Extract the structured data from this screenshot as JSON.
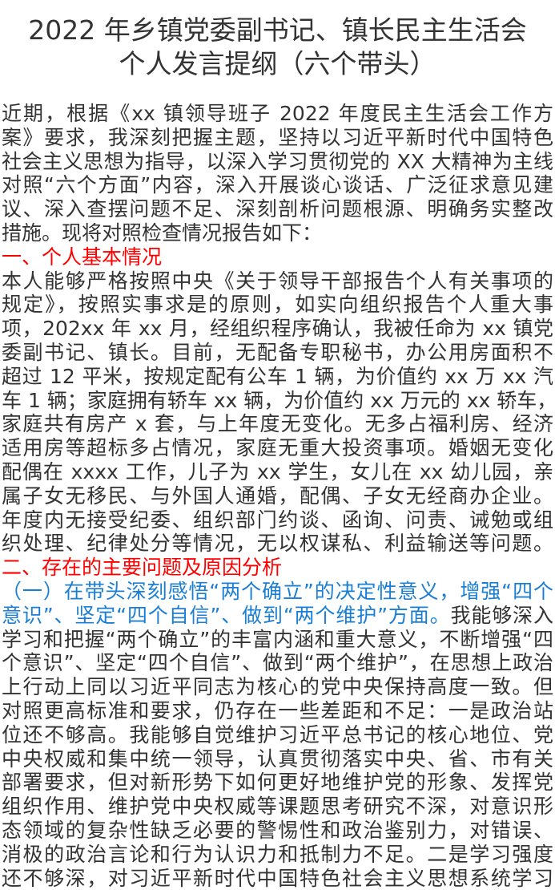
{
  "title": [
    "2022 年乡镇党委副书记、镇长民主生活会",
    "个人发言提纲（六个带头）"
  ],
  "intro": [
    "近期，根据《xx 镇领导班子 2022 年度民主生活会工作方",
    "案》要求，我深刻把握主题，坚持以习近平新时代中国特色",
    "社会主义思想为指导，以深入学习贯彻党的 XX 大精神为主线",
    "对照“六个方面”内容，深入开展谈心谈话、广泛征求意见建",
    "议、深入查摆问题不足、深刻剖析问题根源、明确务实整改",
    "措施。现将对照检查情况报告如下："
  ],
  "section1_heading": "一、个人基本情况",
  "section1": [
    "本人能够严格按照中央《关于领导干部报告个人有关事项的",
    "规定》，按照实事求是的原则，如实向组织报告个人重大事",
    "项，202xx 年 xx 月，经组织程序确认，我被任命为 xx 镇党",
    "委副书记、镇长。目前，无配备专职秘书，办公用房面积不",
    "超过 12 平米，按规定配有公车 1 辆，为价值约 xx 万 xx 汽",
    "车 1 辆；家庭拥有轿车 xx 辆，为价值约 xx 万元的 xx 轿车，",
    "家庭共有房产 x 套，与上年度无变化。无多占福利房、经济",
    "适用房等超标多占情况，家庭无重大投资事项。婚姻无变化",
    "配偶在 xxxx 工作，儿子为 xx 学生，女儿在 xx 幼儿园，亲",
    "属子女无移民、与外国人通婚，配偶、子女无经商办企业。",
    "年度内无接受纪委、组织部门约谈、函询、问责、诫勉或组",
    "织处理、纪律处分等情况，无以权谋私、利益输送等问题。"
  ],
  "section2_heading": "二、存在的主要问题及原因分析",
  "sub1_heading_line1": "（一）在带头深刻感悟“两个确立”的决定性意义，增强“四个",
  "sub1_heading_line2": "意识”、坚定“四个自信”、做到“两个维护”方面。",
  "sub1_line2_rest": "我能够深入",
  "sub1": [
    "学习和把握“两个确立”的丰富内涵和重大意义，不断增强“四",
    "个意识”、坚定“四个自信”、做到“两个维护”，在思想上政治",
    "上行动上同以习近平同志为核心的党中央保持高度一致。但",
    "对照更高标准和要求，仍存在一些差距和不足：一是政治站",
    "位还不够高。我能够自觉维护习近平总书记的核心地位、党",
    "中央权威和集中统一领导，认真贯彻落实中央、省、市有关",
    "部署要求，但对新形势下如何更好地维护党的形象、发挥党",
    "组织作用、维护党中央权威等课题思考研究不深，对意识形",
    "态领域的复杂性缺乏必要的警惕性和政治鉴别力，对错误、",
    "消极的政治言论和行为认识力和抵制力不足。二是学习强度",
    "还不够深，对习近平新时代中国特色社会主义思想系统学习"
  ]
}
